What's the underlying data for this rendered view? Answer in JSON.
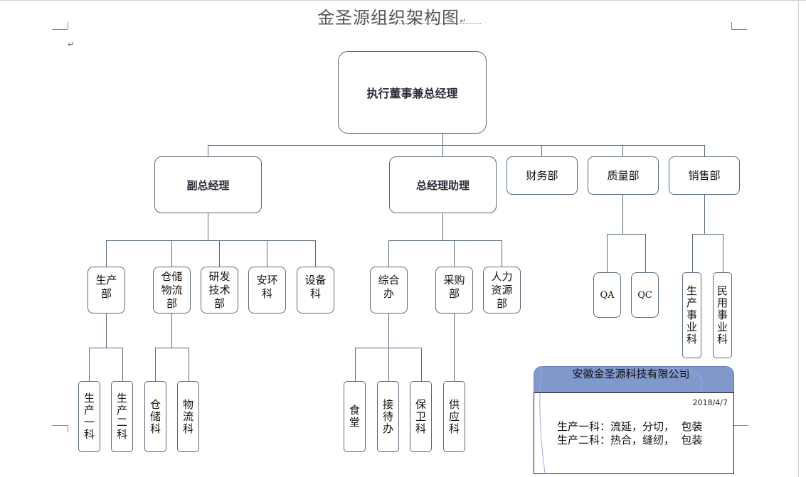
{
  "document": {
    "title": "金圣源组织架构图",
    "paragraph_mark": "↵"
  },
  "chart": {
    "root": "执行董事兼总经理",
    "level2": {
      "vice_gm": "副总经理",
      "gm_assistant": "总经理助理",
      "finance": "财务部",
      "quality": "质量部",
      "sales": "销售部"
    },
    "vice_gm_children": {
      "production": "生产\n部",
      "warehouse": "仓储\n物流\n部",
      "rnd": "研发\n技术\n部",
      "safety": "安环\n科",
      "equipment": "设备\n科"
    },
    "gm_assistant_children": {
      "general_office": "综合\n办",
      "purchasing": "采购\n部",
      "hr": "人力\n资源\n部"
    },
    "quality_children": {
      "qa": "QA",
      "qc": "QC"
    },
    "sales_children": {
      "production_business": "生产事业科",
      "civil_business": "民用事业科"
    },
    "level4": {
      "prod1": "生产一科",
      "prod2": "生产二科",
      "storage": "仓储科",
      "logistics": "物流科",
      "canteen": "食堂",
      "reception": "接待办",
      "security": "保卫科",
      "supply": "供应科"
    }
  },
  "note": {
    "company": "安徽金圣源科技有限公司",
    "date": "2018/4/7",
    "line1": "生产一科：流延，分切，  包装",
    "line2": "生产二科：热合，缝纫，  包装"
  }
}
